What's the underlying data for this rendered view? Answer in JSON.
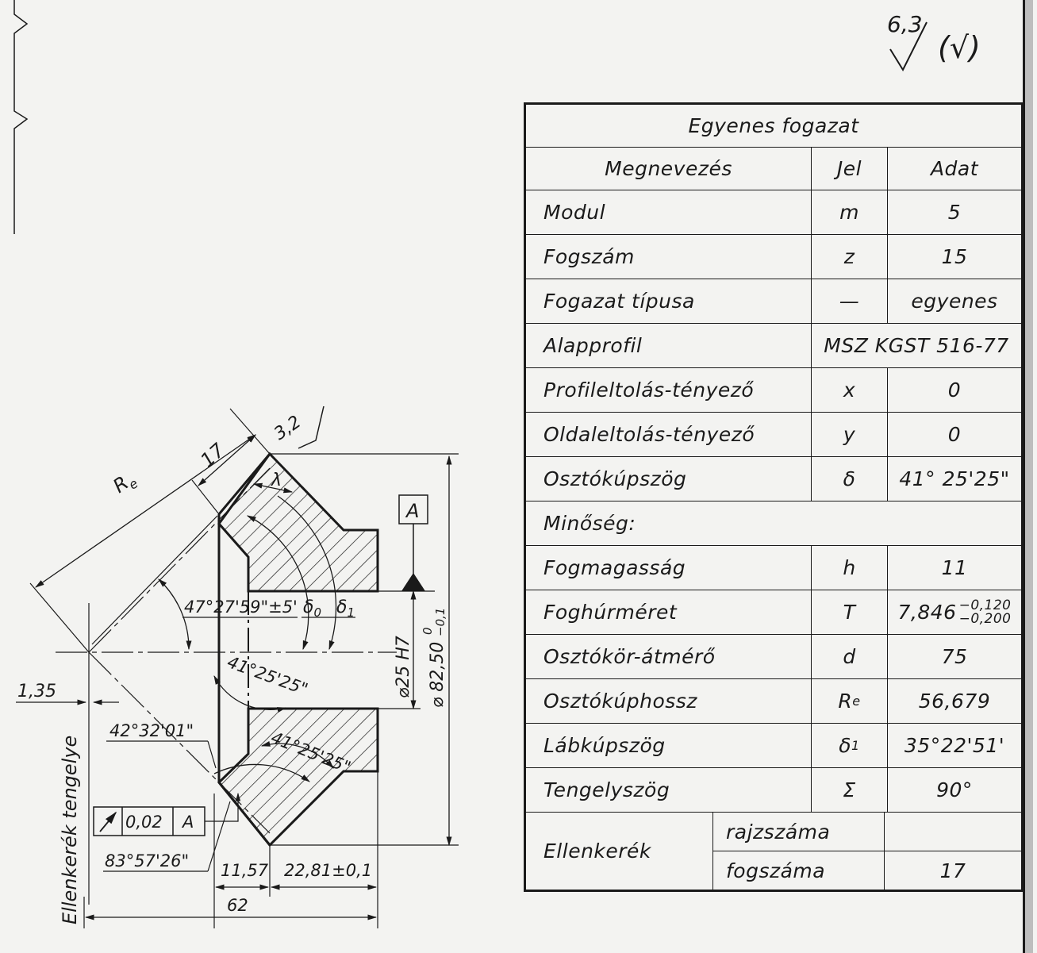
{
  "roughness": {
    "value": "6,3",
    "suffix": "(√)"
  },
  "table": {
    "title": "Egyenes  fogazat",
    "headers": [
      "Megnevezés",
      "Jel",
      "Adat"
    ],
    "rows": [
      {
        "name": "Modul",
        "symbol": "m",
        "value": "5"
      },
      {
        "name": "Fogszám",
        "symbol": "z",
        "value": "15"
      },
      {
        "name": "Fogazat típusa",
        "symbol": "—",
        "value": "egyenes"
      },
      {
        "name": "Alapprofil",
        "value": "MSZ KGST 516-77"
      },
      {
        "name": "Profileltolás-tényező",
        "symbol": "x",
        "value": "0"
      },
      {
        "name": "Oldaleltolás-tényező",
        "symbol": "y",
        "value": "0"
      },
      {
        "name": "Osztókúpszög",
        "symbol": "δ",
        "value": "41° 25'25\""
      },
      {
        "name": "Minőség:"
      },
      {
        "name": "Fogmagasság",
        "symbol": "h",
        "value": "11"
      },
      {
        "name": "Foghúrméret",
        "symbol": "T",
        "value": "7,846",
        "tol_upper": "−0,120",
        "tol_lower": "−0,200"
      },
      {
        "name": "Osztókör-átmérő",
        "symbol": "d",
        "value": "75"
      },
      {
        "name": "Osztókúphossz",
        "symbol": "R",
        "symbol_sub": "e",
        "value": "56,679"
      },
      {
        "name": "Lábkúpszög",
        "symbol": "δ",
        "symbol_sub": "1",
        "value": "35°22'51'"
      },
      {
        "name": "Tengelyszög",
        "symbol": "Σ",
        "value": "90°"
      }
    ],
    "counter": {
      "label": "Ellenkerék",
      "drawing_label": "rajzszáma",
      "drawing_value": "",
      "teeth_label": "fogszáma",
      "teeth_value": "17"
    }
  },
  "dimensions": {
    "re": "R",
    "re_sub": "e",
    "d17": "17",
    "rough_local": "3,2",
    "lambda": "λ",
    "datum": "A",
    "angle_tip": "47°27'59\"±5'",
    "delta0": "δ",
    "delta0_sub": "0",
    "delta1": "δ",
    "delta1_sub": "1",
    "angle_pitch_top": "41°25'25\"",
    "bore": "⌀25 H7",
    "outer_dia": "⌀ 82,50",
    "outer_tol_upper": "0",
    "outer_tol_lower": "−0,1",
    "offset": "1,35",
    "angle_back": "42°32'01\"",
    "angle_pitch_bottom": "41°25'25\"",
    "runout_value": "0,02",
    "runout_datum": "A",
    "angle_root": "83°57'26\"",
    "len_a": "11,57",
    "len_b": "22,81±0,1",
    "len_total": "62",
    "axis_label": "Ellenkerék tengelye"
  }
}
